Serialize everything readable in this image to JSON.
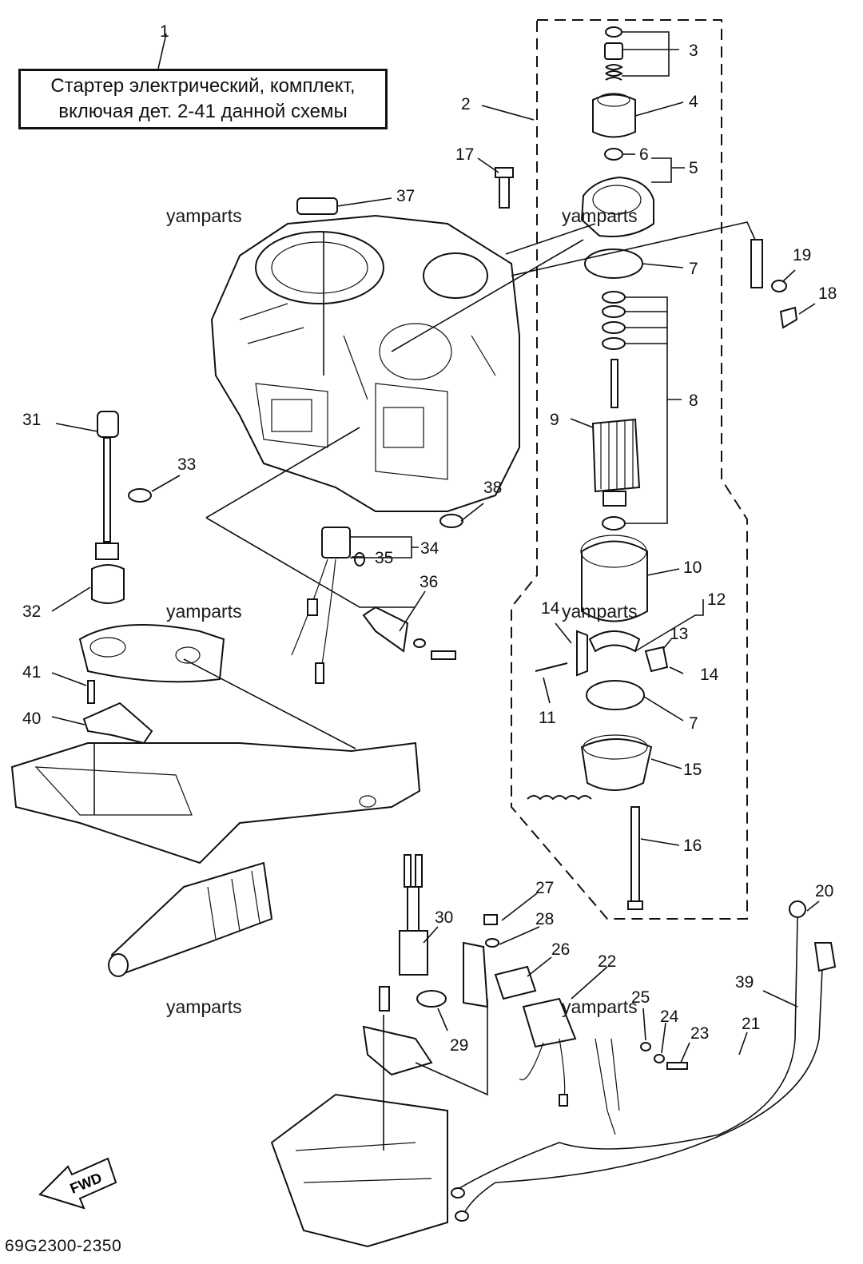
{
  "caption": {
    "line1": "Стартер электрический, комплект,",
    "line2": "включая дет. 2-41 данной схемы"
  },
  "watermark": "yamparts",
  "drawing_code": "69G2300-2350",
  "fwd_label": "FWD",
  "callouts": [
    "1",
    "2",
    "3",
    "4",
    "5",
    "6",
    "7",
    "8",
    "9",
    "10",
    "11",
    "12",
    "13",
    "14",
    "15",
    "16",
    "17",
    "18",
    "19",
    "20",
    "21",
    "22",
    "23",
    "24",
    "25",
    "26",
    "27",
    "28",
    "29",
    "30",
    "31",
    "32",
    "33",
    "34",
    "35",
    "36",
    "37",
    "38",
    "39",
    "40",
    "41"
  ]
}
